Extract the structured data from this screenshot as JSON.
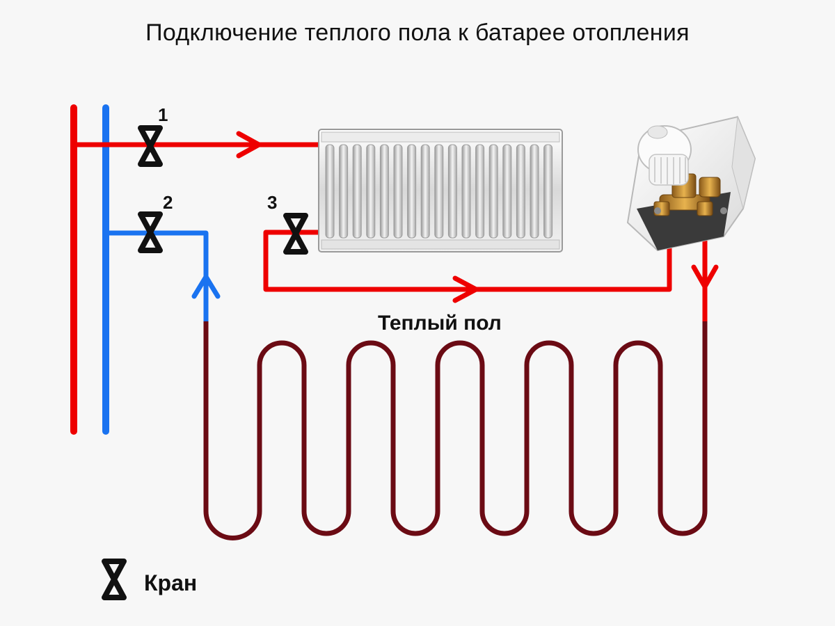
{
  "title": "Подключение теплого пола к батарее отопления",
  "labels": {
    "valve_1": "1",
    "valve_2": "2",
    "valve_3": "3",
    "floor": "Теплый пол",
    "legend_valve": "Кран"
  },
  "colors": {
    "hot_pipe": "#ee0000",
    "cold_pipe": "#1a73f0",
    "floor_loop": "#6b0b14",
    "valve": "#111111",
    "background": "#f7f7f7"
  },
  "icons": {
    "valve": "valve-icon",
    "radiator": "radiator-icon",
    "mixing_unit": "thermostatic-mixing-unit-icon"
  }
}
